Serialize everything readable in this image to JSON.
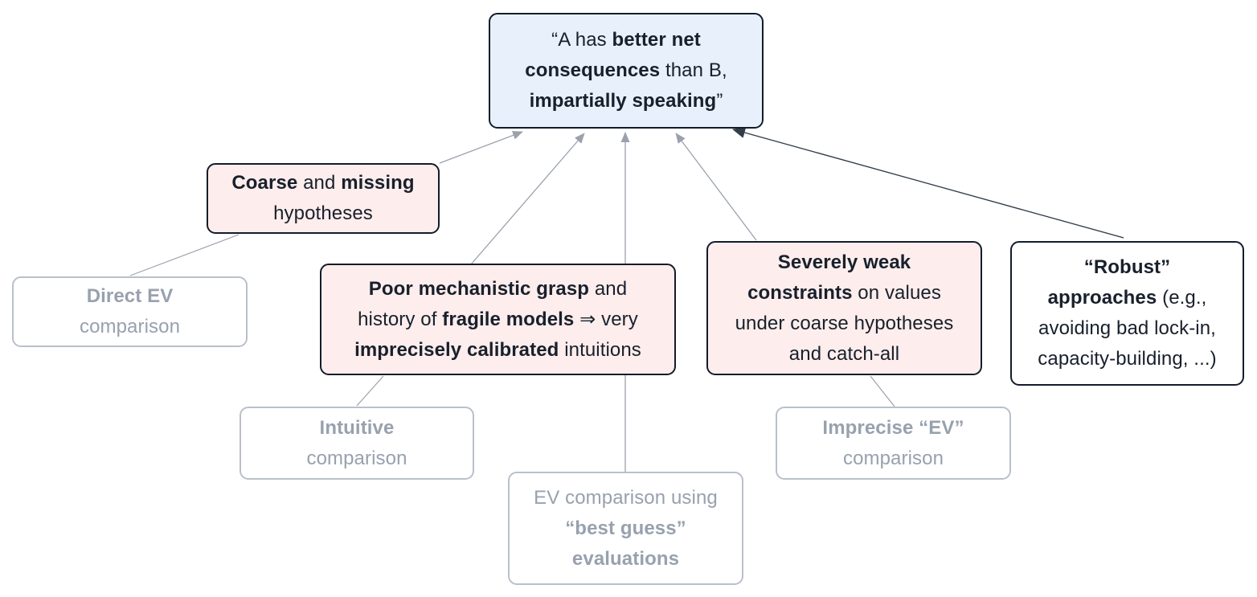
{
  "diagram": {
    "title_node": "A has better net consequences than B, impartially speaking",
    "colors": {
      "claim_fill": "#e8f1fb",
      "problem_fill": "#fdedec",
      "approach_fill": "#ffffff",
      "strong_border": "#131c2b",
      "faded_border": "#b9c0cb",
      "faded_text": "#98a1ae",
      "dark_text": "#18202c",
      "gray_edge": "#9aa1ad",
      "dark_edge": "#323d4a"
    },
    "nodes": {
      "claim": {
        "role": "conclusion",
        "plain_text": "“A has better net consequences than B, impartially speaking”",
        "segments": [
          {
            "t": "“A has ",
            "b": false
          },
          {
            "t": "better net",
            "b": true
          },
          {
            "br": true
          },
          {
            "t": "consequences",
            "b": true
          },
          {
            "t": " than B,",
            "b": false
          },
          {
            "br": true
          },
          {
            "t": "impartially speaking",
            "b": true
          },
          {
            "t": "”",
            "b": false
          }
        ]
      },
      "coarse": {
        "role": "problem",
        "plain_text": "Coarse and missing hypotheses",
        "segments": [
          {
            "t": "Coarse",
            "b": true
          },
          {
            "t": " and ",
            "b": false
          },
          {
            "t": "missing",
            "b": true
          },
          {
            "br": true
          },
          {
            "t": "hypotheses",
            "b": false
          }
        ]
      },
      "poor": {
        "role": "problem",
        "plain_text": "Poor mechanistic grasp and history of fragile models ⇒ very imprecisely calibrated intuitions",
        "segments": [
          {
            "t": "Poor mechanistic grasp",
            "b": true
          },
          {
            "t": " and",
            "b": false
          },
          {
            "br": true
          },
          {
            "t": "history of ",
            "b": false
          },
          {
            "t": "fragile models",
            "b": true
          },
          {
            "t": " ⇒ very",
            "b": false
          },
          {
            "br": true
          },
          {
            "t": "imprecisely calibrated",
            "b": true
          },
          {
            "t": " intuitions",
            "b": false
          }
        ]
      },
      "severe": {
        "role": "problem",
        "plain_text": "Severely weak constraints on values under coarse hypotheses and catch-all",
        "segments": [
          {
            "t": "Severely weak",
            "b": true
          },
          {
            "br": true
          },
          {
            "t": "constraints",
            "b": true
          },
          {
            "t": " on values",
            "b": false
          },
          {
            "br": true
          },
          {
            "t": "under coarse hypotheses",
            "b": false
          },
          {
            "br": true
          },
          {
            "t": "and catch-all",
            "b": false
          }
        ]
      },
      "robust": {
        "role": "approach",
        "plain_text": "“Robust” approaches (e.g., avoiding bad lock-in, capacity-building, ...)",
        "segments": [
          {
            "t": "“Robust”",
            "b": true
          },
          {
            "br": true
          },
          {
            "t": "approaches",
            "b": true
          },
          {
            "t": " (e.g.,",
            "b": false
          },
          {
            "br": true
          },
          {
            "t": "avoiding bad lock-in,",
            "b": false
          },
          {
            "br": true
          },
          {
            "t": "capacity-building, ...)",
            "b": false
          }
        ]
      },
      "direct_ev": {
        "role": "faded-method",
        "plain_text": "Direct EV comparison",
        "segments": [
          {
            "t": "Direct EV",
            "b": true
          },
          {
            "br": true
          },
          {
            "t": "comparison",
            "b": false
          }
        ]
      },
      "intuitive": {
        "role": "faded-method",
        "plain_text": "Intuitive comparison",
        "segments": [
          {
            "t": "Intuitive",
            "b": true
          },
          {
            "br": true
          },
          {
            "t": "comparison",
            "b": false
          }
        ]
      },
      "ev_guess": {
        "role": "faded-method",
        "plain_text": "EV comparison using “best guess” evaluations",
        "segments": [
          {
            "t": "EV comparison using",
            "b": false
          },
          {
            "br": true
          },
          {
            "t": "“best guess”",
            "b": true
          },
          {
            "br": true
          },
          {
            "t": "evaluations",
            "b": true
          }
        ]
      },
      "imprecise_ev": {
        "role": "faded-method",
        "plain_text": "Imprecise “EV” comparison",
        "segments": [
          {
            "t": "Imprecise “EV”",
            "b": true
          },
          {
            "br": true
          },
          {
            "t": "comparison",
            "b": false
          }
        ]
      }
    },
    "edges": [
      {
        "from": "coarse",
        "to": "claim",
        "style": "gray-arrow"
      },
      {
        "from": "poor",
        "to": "claim",
        "style": "gray-arrow"
      },
      {
        "from": "ev_guess",
        "to": "claim",
        "style": "gray-arrow",
        "note": "passes behind poor node"
      },
      {
        "from": "severe",
        "to": "claim",
        "style": "gray-arrow"
      },
      {
        "from": "robust",
        "to": "claim",
        "style": "dark-arrow"
      },
      {
        "from": "direct_ev",
        "to": "coarse",
        "style": "gray-line"
      },
      {
        "from": "intuitive",
        "to": "poor",
        "style": "gray-line"
      },
      {
        "from": "severe",
        "to": "imprecise_ev",
        "style": "gray-line"
      }
    ]
  }
}
